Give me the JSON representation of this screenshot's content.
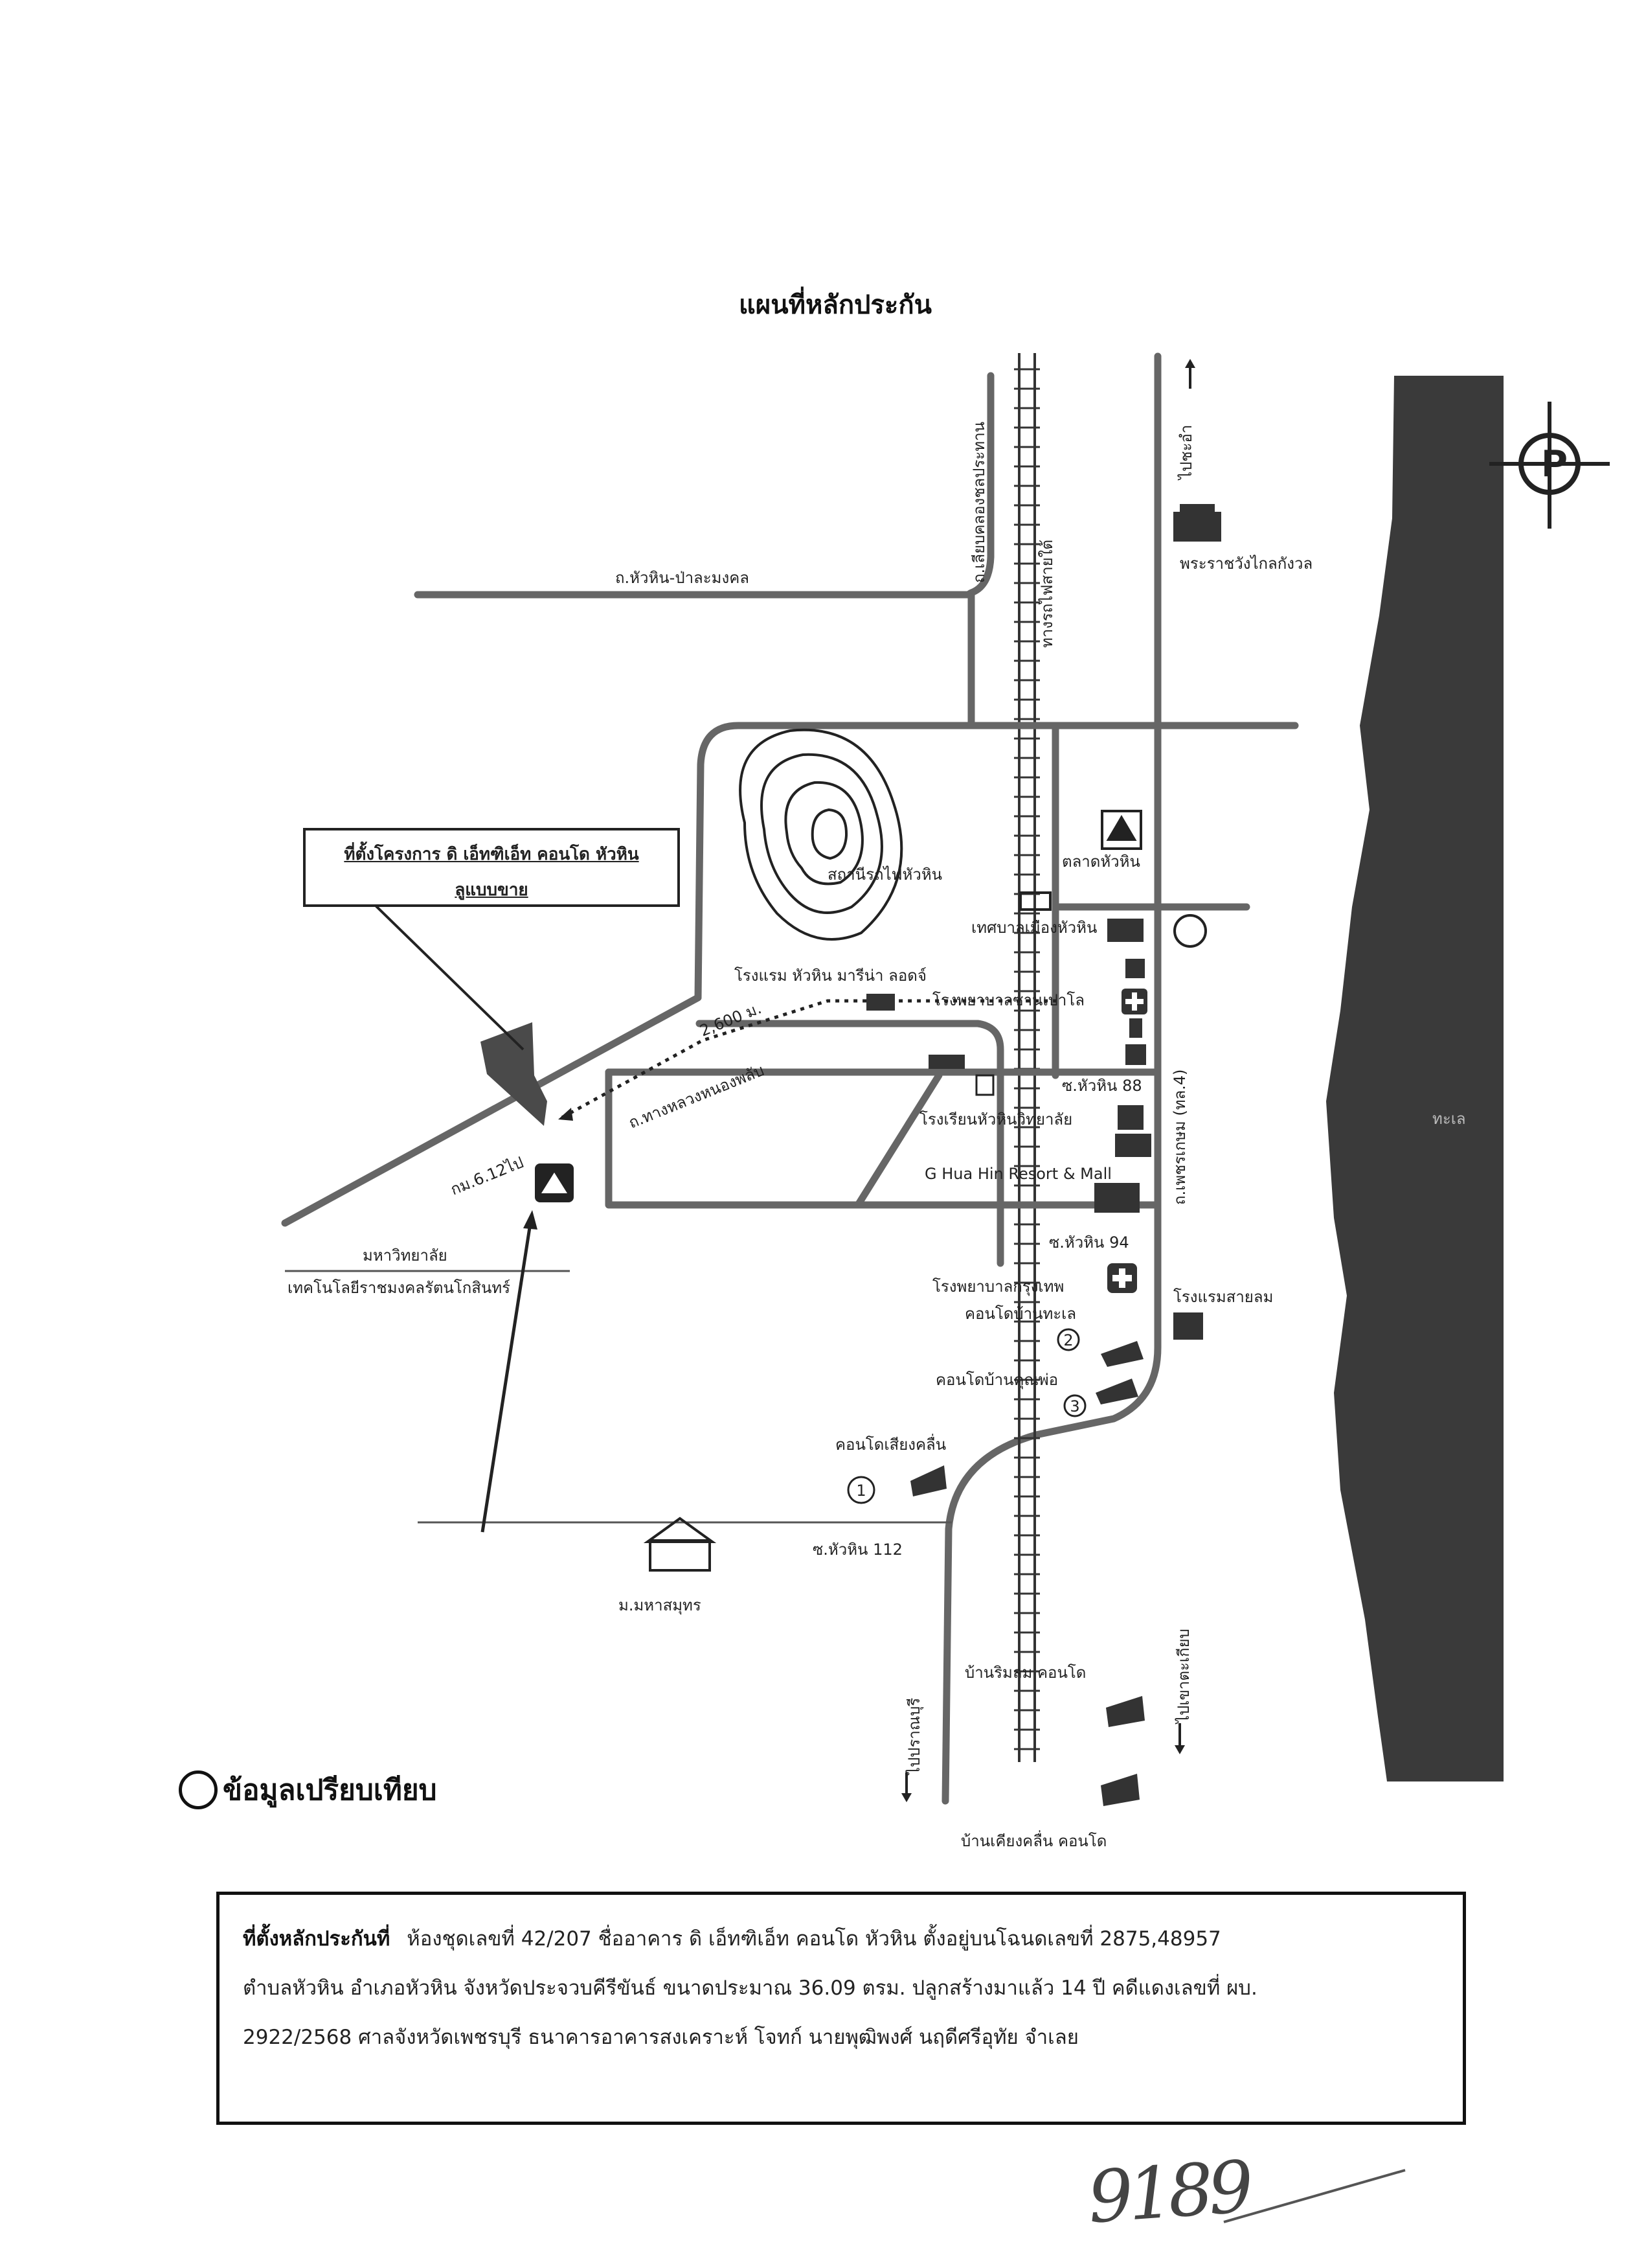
{
  "page": {
    "title": "แผนที่หลักประกัน",
    "compare_label": "ข้อมูลเปรียบเทียบ",
    "handwritten_number": "9189"
  },
  "project": {
    "line1": "ที่ตั้งโครงการ ดิ เอ็ทฑิเอ็ท คอนโด หัวหิน",
    "line2": "ลูแบบขาย"
  },
  "map_labels": {
    "road_hua_hin_pa": "ถ.หัวหิน-ป่าละมงคล",
    "klong_road": "ถ.เลียบคลองชลประทาน",
    "railway": "ทางรถไฟสายใต้",
    "to_pranburi_north": "ไปชะอำ",
    "palace": "พระราชวังไกลกังวล",
    "market": "ตลาดหัวหิน",
    "station": "สถานีรถไฟหัวหิน",
    "municipality": "เทศบาลเมืองหัวหิน",
    "hotel_marina": "โรงแรม หัวหิน มารีน่า ลอดจ์",
    "hospital_sanpaulo": "โรงพยาบาลซานเปาโล",
    "distance": "2,600 ม.",
    "road_to_nongphai": "ถ.ทางหลวงหนองพลับ",
    "soi_88": "ซ.หัวหิน 88",
    "school": "โรงเรียนหัวหินวิทยาลัย",
    "g_hua_hin": "G Hua Hin Resort & Mall",
    "soi_94": "ซ.หัวหิน 94",
    "hospital_hua_hin": "โรงพยาบาลกรุงเทพ",
    "condo_ban_talay": "คอนโดบ้านทะเล",
    "hotel_dusit": "โรงแรมสายลม",
    "condo_ban_khun": "คอนโดบ้านคุณพ่อ",
    "condo_siang": "คอนโดเสียงคลื่น",
    "km": "กม.6.12ไป",
    "university_1": "มหาวิทยาลัย",
    "university_2": "เทคโนโลยีราชมงคลรัตนโกสินทร์",
    "soi_112": "ซ.หัวหิน 112",
    "temple": "ม.มหาสมุทร",
    "to_pranburi_south": "ไปปราณบุรี",
    "to_pranburi_beach": "ไปเขาตะเกียบ",
    "condo_rim_lom": "บ้านริมลม คอนโด",
    "condo_bottom": "บ้านเคียงคลื่น คอนโด",
    "main_road": "ถ.เพชรเกษม (ทล.4)",
    "sea": "ทะเล",
    "marker_1": "1",
    "marker_2": "2",
    "marker_3": "3"
  },
  "info": {
    "heading": "ที่ตั้งหลักประกันที่",
    "line1": "ห้องชุดเลขที่ 42/207 ชื่ออาคาร ดิ เอ็ทฑิเอ็ท คอนโด หัวหิน  ตั้งอยู่บนโฉนดเลขที่ 2875,48957",
    "line2": "ตำบลหัวหิน  อำเภอหัวหิน จังหวัดประจวบคีรีขันธ์   ขนาดประมาณ 36.09 ตรม. ปลูกสร้างมาแล้ว 14 ปี  คดีแดงเลขที่ ผบ.",
    "line3": "2922/2568  ศาลจังหวัดเพชรบุรี ธนาคารอาคารสงเคราะห์  โจทก์ นายพุฒิพงศ์ นฤดีศรีอุทัย จำเลย"
  }
}
